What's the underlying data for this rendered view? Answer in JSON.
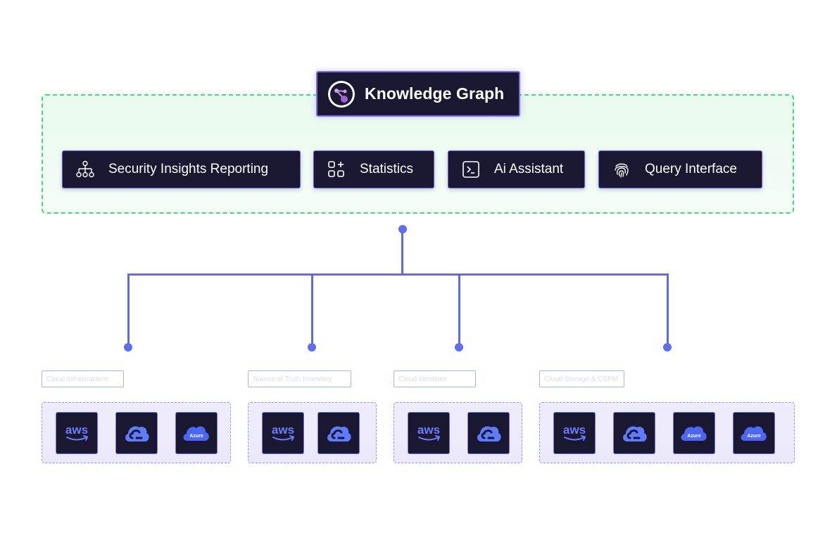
{
  "header": {
    "title": "Knowledge Graph"
  },
  "features": [
    {
      "label": "Security Insights Reporting",
      "icon": "hierarchy-icon"
    },
    {
      "label": "Statistics",
      "icon": "grid-plus-icon"
    },
    {
      "label": "Ai Assistant",
      "icon": "terminal-icon"
    },
    {
      "label": "Query Interface",
      "icon": "fingerprint-icon"
    }
  ],
  "groups": [
    {
      "label": "Cloud Infrastructure",
      "providers": [
        "aws",
        "gcp",
        "azure"
      ]
    },
    {
      "label": "Source of Truth Inventory",
      "providers": [
        "aws",
        "gcp"
      ]
    },
    {
      "label": "Cloud Identities",
      "providers": [
        "aws",
        "gcp"
      ]
    },
    {
      "label": "Cloud Storage & CSPM",
      "providers": [
        "aws",
        "gcp",
        "azure",
        "azure"
      ]
    }
  ],
  "logos": {
    "aws": "aws",
    "azure": "Azure"
  },
  "colors": {
    "dark_box": "#1a1730",
    "accent": "#7c6cf0",
    "connector": "#5e6ef0",
    "platform_border": "#3fdc7c",
    "azure_blue": "#4c66f5",
    "gcp_blue": "#5f7cff"
  }
}
